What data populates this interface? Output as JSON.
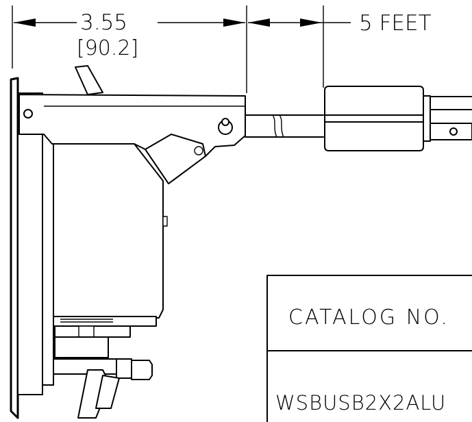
{
  "dimensions": {
    "overall_depth_in": "3.55",
    "overall_depth_mm": "[90.2]",
    "cord_length": "5 FEET"
  },
  "title_block": {
    "catalog_label": "CATALOG NO.",
    "catalog_value": "WSBUSB2X2ALU"
  }
}
